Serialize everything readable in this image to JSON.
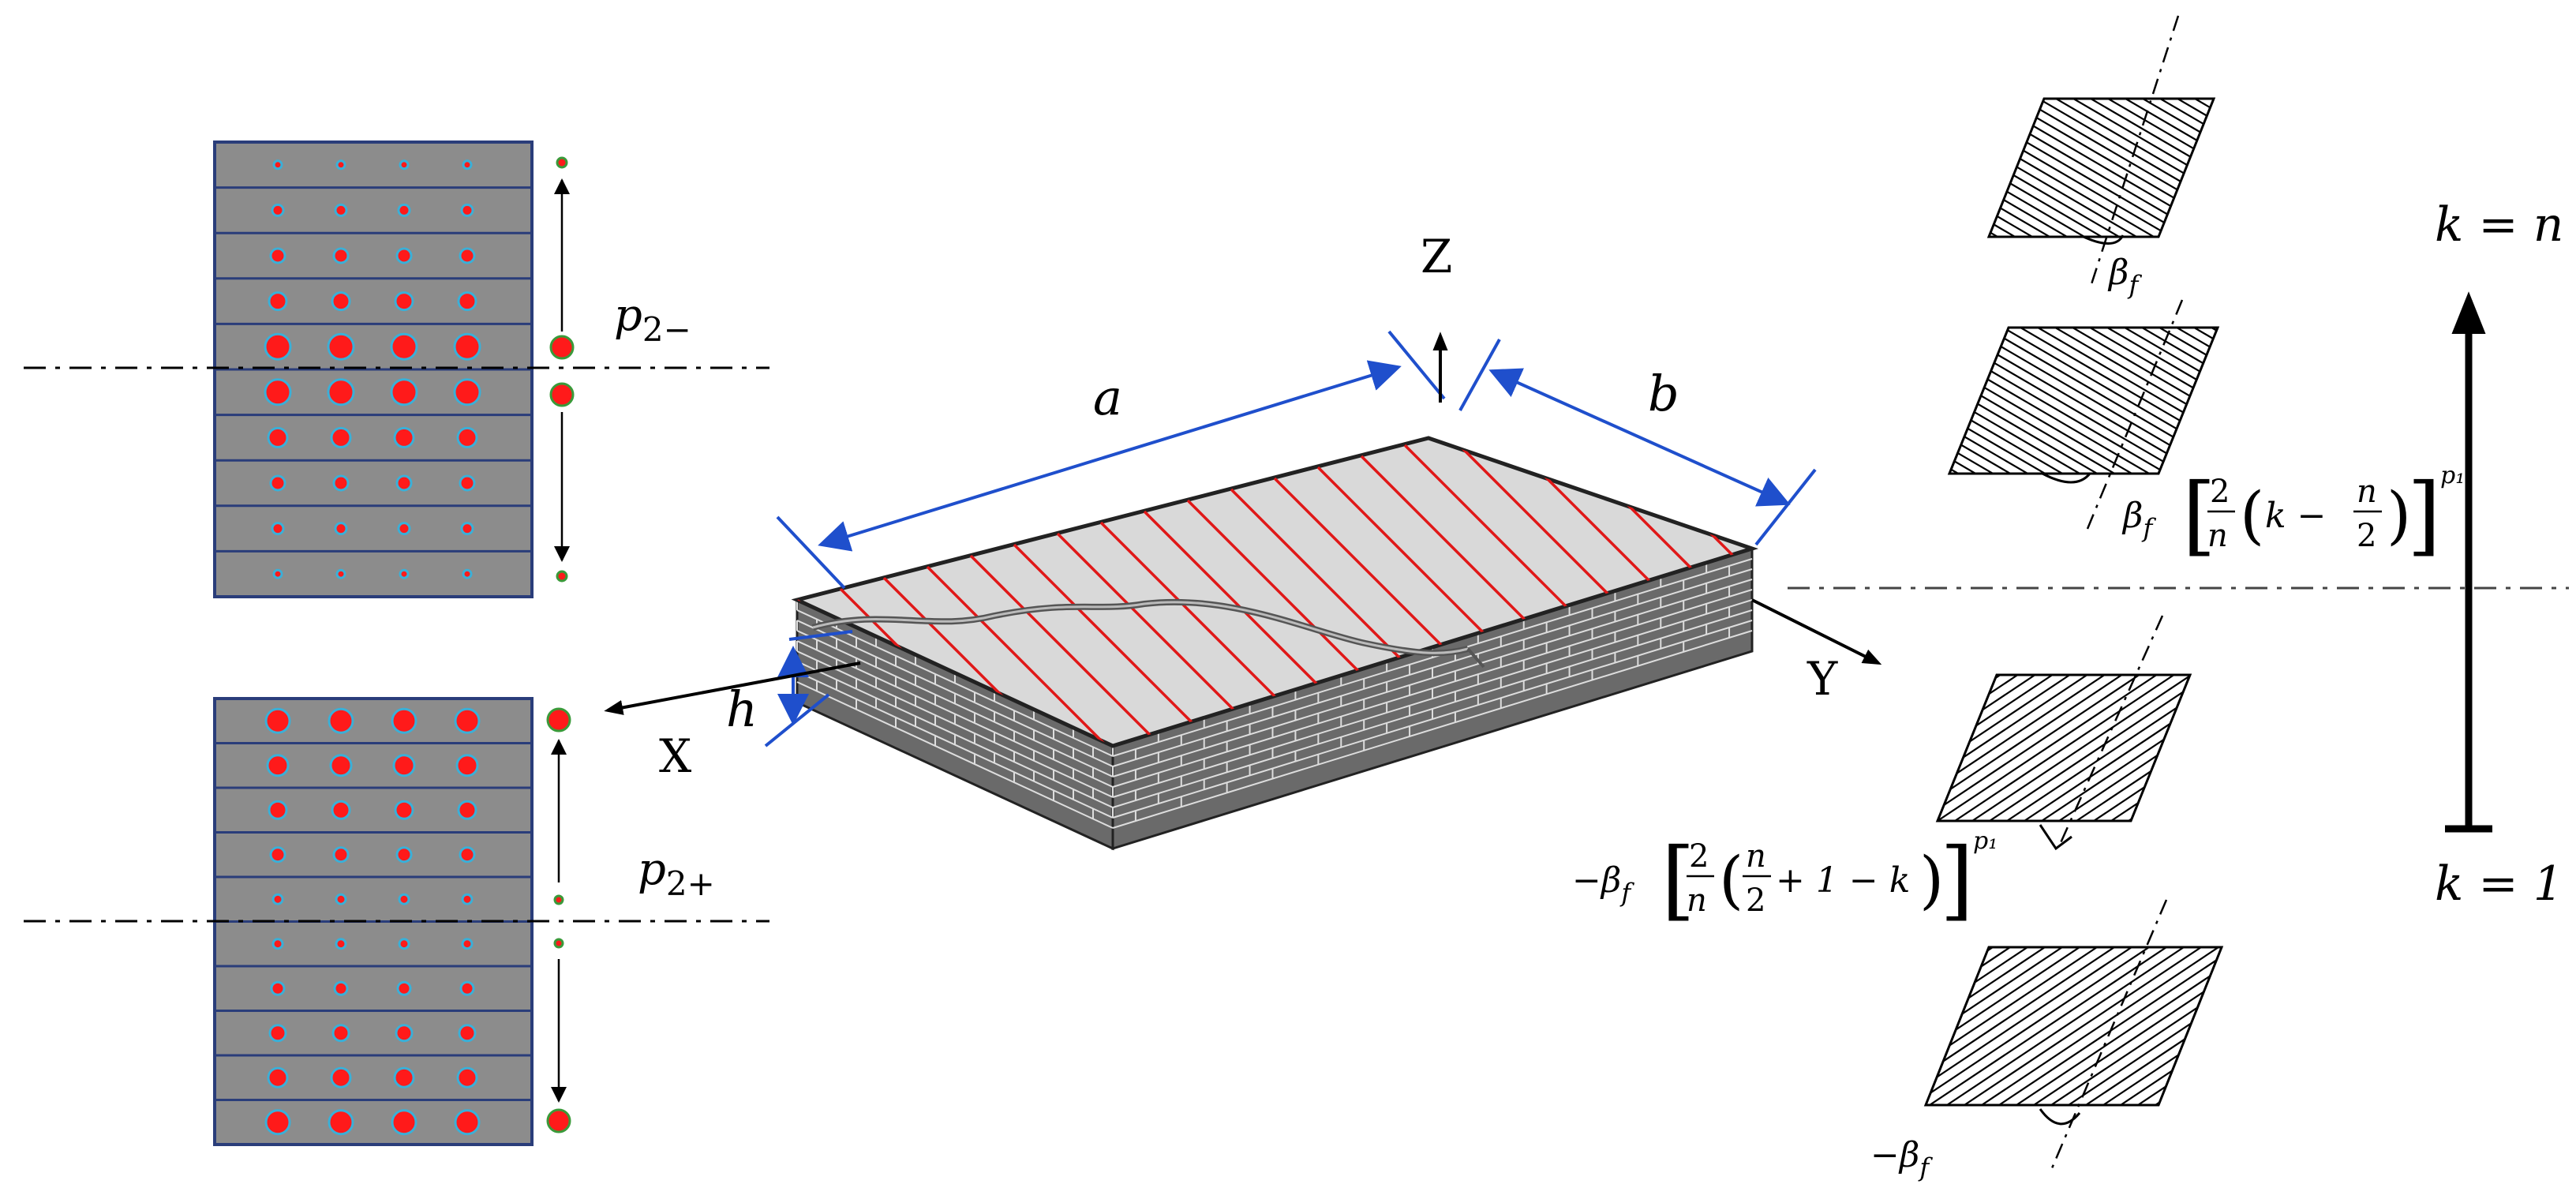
{
  "labels": {
    "p2_minus": {
      "base": "p",
      "sub": "2−"
    },
    "p2_plus": {
      "base": "p",
      "sub": "2+"
    },
    "axis_x": "X",
    "axis_y": "Y",
    "axis_z": "Z",
    "dim_a": "a",
    "dim_b": "b",
    "dim_h": "h",
    "k_top": "k = n",
    "k_bottom": "k = 1",
    "beta_top": {
      "base": "β",
      "sub": "f"
    },
    "beta_bottom": {
      "sign": "−",
      "base": "β",
      "sub": "f"
    },
    "formula_upper": {
      "pre": "β",
      "sub": "f",
      "frac_num": "2",
      "frac_den": "n",
      "body1": "k − ",
      "body2": "2",
      "exp": "p₁"
    },
    "formula_lower": {
      "pre": "−β",
      "sub": "f",
      "frac_num": "2",
      "frac_den": "n",
      "body2": "2",
      "body3": " + 1 − k",
      "exp": "p₁"
    }
  },
  "colors": {
    "panel_fill": "#8c8c8c",
    "panel_stroke": "#2a3d7a",
    "dot_fill": "#ff1a1a",
    "dot_ring": "#3ab0d8",
    "accent_blue": "#1f4fcc",
    "fiber_red": "#e01818",
    "plate_top": "#d9d9d9",
    "plate_side": "#6a6a6a"
  }
}
